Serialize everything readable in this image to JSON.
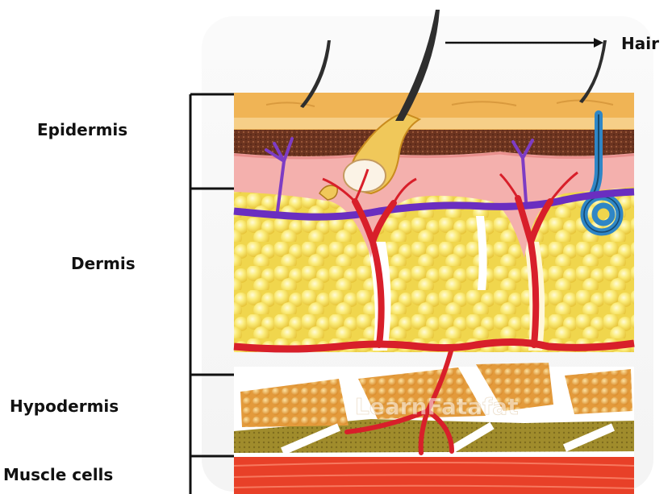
{
  "labels": {
    "hair": "Hair",
    "epidermis": "Epidermis",
    "dermis": "Dermis",
    "hypodermis": "Hypodermis",
    "muscle": "Muscle cells"
  },
  "watermark": "LearnFatafat",
  "colors": {
    "epidermis_top": "#f0b455",
    "epidermis_dark": "#6e3422",
    "dermis_pink": "#f4b0ad",
    "fat_yellow": "#f5e15a",
    "hypo_fat": "#e8a341",
    "muscle_band": "#9b8628",
    "muscle_red": "#e84028",
    "artery": "#d81f2a",
    "vein": "#6a2ec0",
    "sweat_gland": "#2f86c6",
    "nerve_purple": "#7d3cc4"
  }
}
